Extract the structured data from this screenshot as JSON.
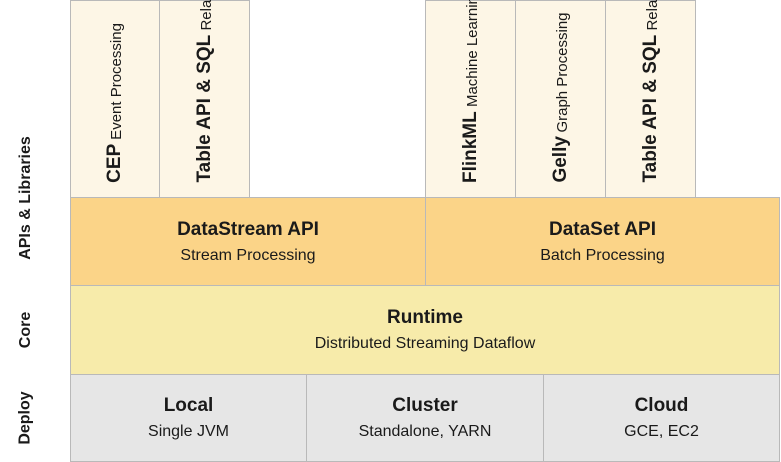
{
  "sidebar": {
    "apis_libraries": "APIs & Libraries",
    "core": "Core",
    "deploy": "Deploy"
  },
  "libraries": {
    "cep": {
      "title": "CEP",
      "subtitle": "Event Processing"
    },
    "table_stream": {
      "title": "Table API & SQL",
      "subtitle": "Relational"
    },
    "flinkml": {
      "title": "FlinkML",
      "subtitle": "Machine Learning"
    },
    "gelly": {
      "title": "Gelly",
      "subtitle": "Graph Processing"
    },
    "table_batch": {
      "title": "Table API & SQL",
      "subtitle": "Relational"
    }
  },
  "apis": {
    "datastream": {
      "title": "DataStream API",
      "subtitle": "Stream Processing"
    },
    "dataset": {
      "title": "DataSet API",
      "subtitle": "Batch Processing"
    }
  },
  "core": {
    "title": "Runtime",
    "subtitle": "Distributed Streaming Dataflow"
  },
  "deploy": {
    "local": {
      "title": "Local",
      "subtitle": "Single JVM"
    },
    "cluster": {
      "title": "Cluster",
      "subtitle": "Standalone, YARN"
    },
    "cloud": {
      "title": "Cloud",
      "subtitle": "GCE, EC2"
    }
  },
  "colors": {
    "library_bg": "#fdf6e6",
    "api_bg": "#fbd488",
    "core_bg": "#f7ebaa",
    "deploy_bg": "#e6e6e6"
  }
}
